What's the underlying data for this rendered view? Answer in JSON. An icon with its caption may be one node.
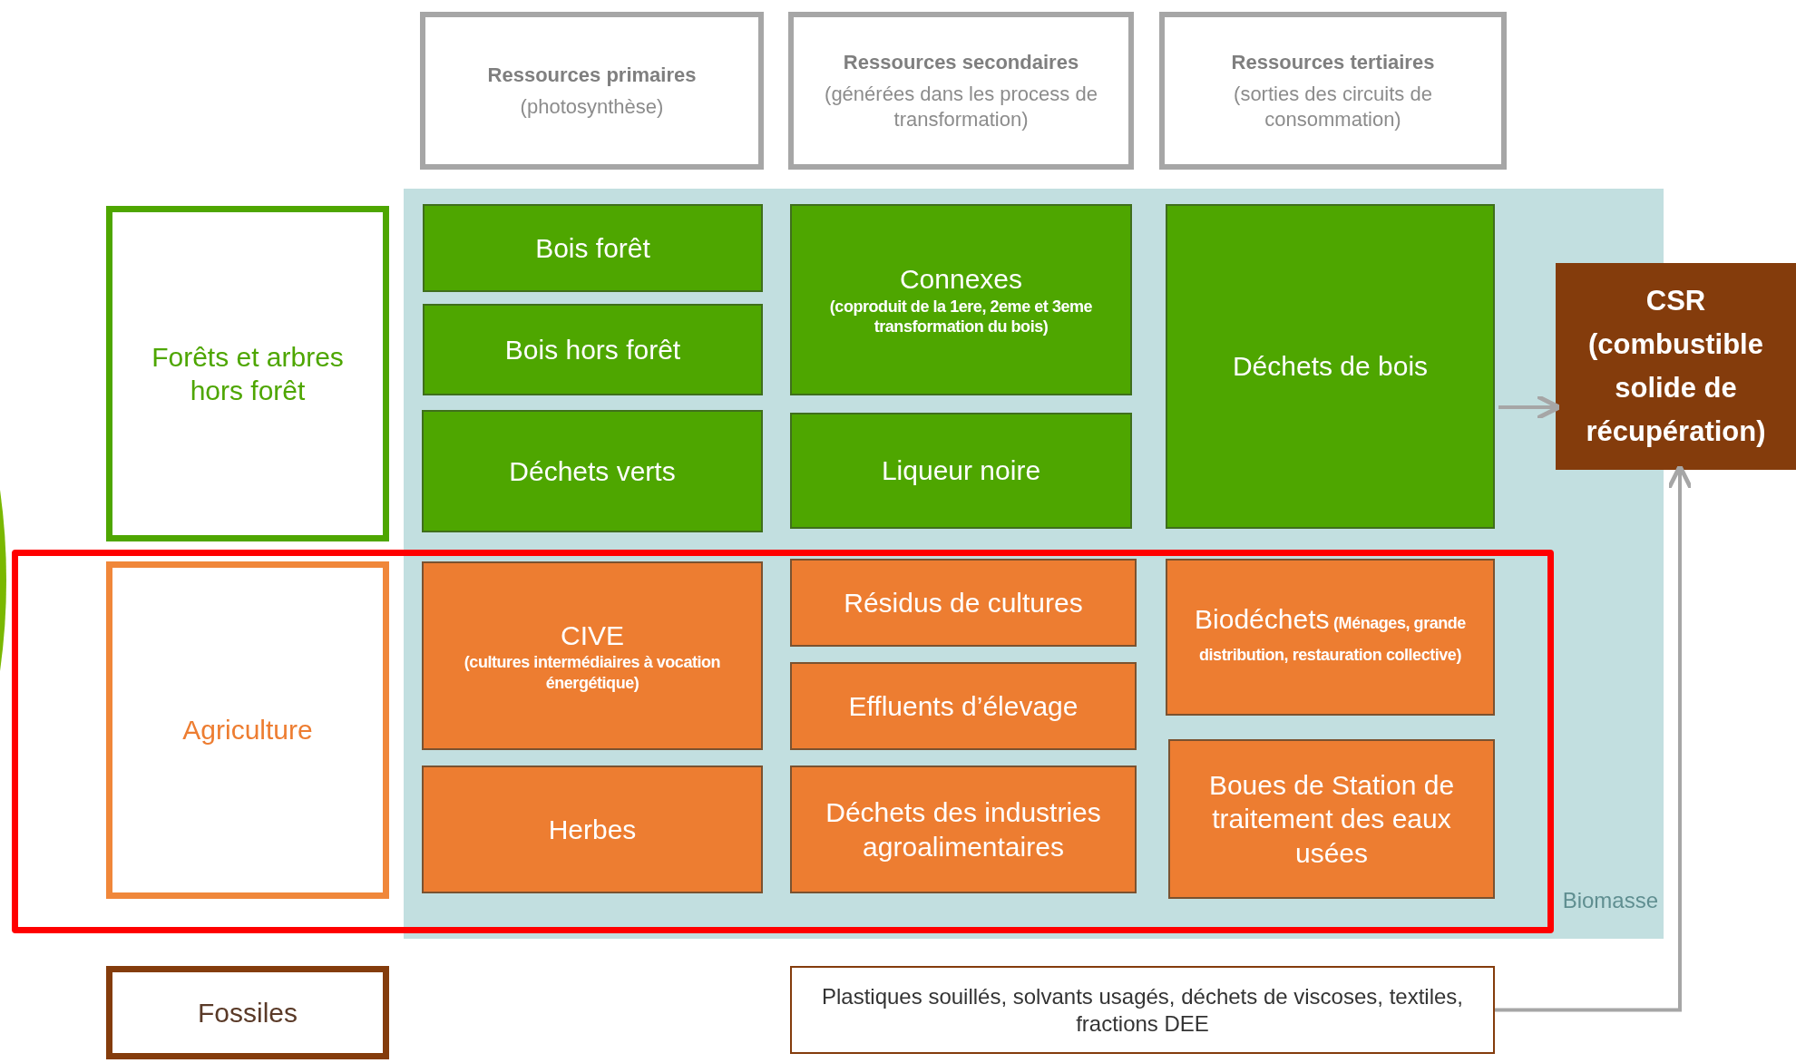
{
  "diagram": {
    "nodes": [
      {
        "text": [
          "Ressources primaires",
          "(photosynthèse)"
        ]
      },
      {
        "text": [
          "Ressources secondaires",
          "(générées dans les process de transformation)"
        ]
      },
      {
        "text": [
          "Ressources tertiaires",
          "(sorties des circuits de consommation)"
        ]
      },
      {
        "text": [
          "Forêts et arbres hors forêt"
        ]
      },
      {
        "text": [
          "Biomasse"
        ]
      },
      {
        "text": [
          "Bois forêt"
        ],
        "in": 4
      },
      {
        "text": [
          "Connexes",
          "(coproduit de la 1ere, 2eme et 3eme transformation du bois)"
        ],
        "in": 4
      },
      {
        "text": [
          "Déchets de bois"
        ],
        "in": 4
      },
      {
        "text": [
          "CSR (combustible solide de récupération)"
        ]
      },
      {
        "text": [
          "Bois hors forêt"
        ],
        "in": 4
      },
      {
        "text": [
          "Déchets verts"
        ],
        "in": 4
      },
      {
        "text": [
          "Liqueur noire"
        ],
        "in": 4
      },
      {
        "text": [
          "Agriculture"
        ]
      },
      {
        "text": [
          "CIVE",
          "(cultures intermédiaires à vocation énergétique)"
        ],
        "in": 4
      },
      {
        "text": [
          "Résidus de cultures"
        ],
        "in": 4
      },
      {
        "text": [
          "Biodéchets",
          "(Ménages, grande distribution, restauration collective)"
        ],
        "in": 4
      },
      {
        "text": [
          "Effluents d’élevage"
        ],
        "in": 4
      },
      {
        "text": [
          "Herbes"
        ],
        "in": 4
      },
      {
        "text": [
          "Déchets des industries agroalimentaires"
        ],
        "in": 4
      },
      {
        "text": [
          "Boues de Station de traitement des eaux usées"
        ],
        "in": 4
      },
      {
        "text": [
          "Fossiles"
        ]
      },
      {
        "text": [
          "Plastiques souillés, solvants usagés, déchets de viscoses, textiles, fractions DEE"
        ]
      }
    ],
    "edges": [
      {
        "from": 7,
        "to": 8,
        "arrow": "to"
      },
      {
        "from": 21,
        "to": 8,
        "arrow": "to"
      }
    ]
  }
}
